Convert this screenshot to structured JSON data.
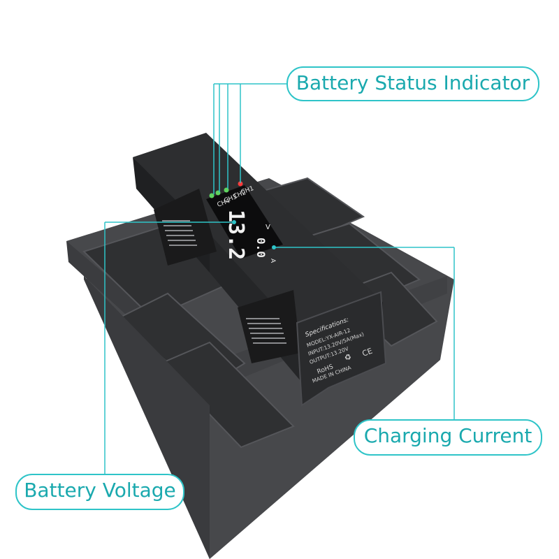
{
  "callouts": {
    "status": "Battery Status Indicator",
    "current": "Charging Current",
    "voltage": "Battery Voltage"
  },
  "display": {
    "channels": [
      "CH1",
      "CH2",
      "CH3",
      "CH4"
    ],
    "voltage_reading": "13.2",
    "voltage_unit": "V",
    "current_reading": "0.0",
    "current_unit": "A"
  },
  "label": {
    "title": "Specifications:",
    "model": "MODEL:YX-AIR-12",
    "input": "INPUT:13.20V/5A(Max)",
    "output": "OUTPUT:13.20V",
    "origin": "MADE IN CHINA",
    "ce": "CE",
    "rohs": "RoHS"
  },
  "colors": {
    "accent": "#2ec4c8",
    "accent_text": "#1aa9ae",
    "device": "#3a3b3d",
    "led_green": "#5fd35f",
    "led_red": "#ff3b3b"
  }
}
